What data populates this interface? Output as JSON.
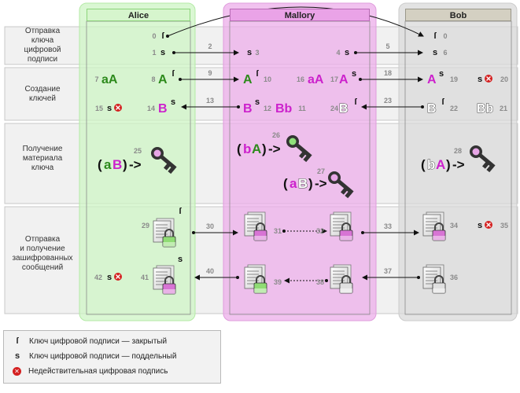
{
  "columns": {
    "alice": "Alice",
    "mallory": "Mallory",
    "bob": "Bob"
  },
  "rows": [
    {
      "key": "signing",
      "label": "Отправка\nключа\nцифровой\nподписи"
    },
    {
      "key": "keygen",
      "label": "Создание\nключей"
    },
    {
      "key": "keymaterial",
      "label": "Получение\nматериала\nключа"
    },
    {
      "key": "messages",
      "label": "Отправка\nи получение\nзашифрованных\nсообщений"
    }
  ],
  "numbers": [
    "0",
    "1",
    "2",
    "3",
    "4",
    "5",
    "6",
    "7",
    "8",
    "9",
    "10",
    "11",
    "12",
    "13",
    "14",
    "15",
    "16",
    "17",
    "18",
    "19",
    "20",
    "21",
    "22",
    "23",
    "24",
    "25",
    "26",
    "27",
    "28",
    "29",
    "30",
    "31",
    "32",
    "33",
    "34",
    "35",
    "36",
    "37",
    "38",
    "39",
    "40",
    "41",
    "42"
  ],
  "symbols": {
    "signature_private": "ſ",
    "signature_fake": "s"
  },
  "keys": {
    "alice_pair": "aA",
    "alice_A": "A",
    "alice_B": "B",
    "mallory_A": "A",
    "mallory_B": "B",
    "mallory_Bb": "Bb",
    "mallory_aA": "aA",
    "mallory_A2": "A",
    "bob_A": "A",
    "bob_B": "B",
    "bob_Bb": "Bb"
  },
  "material": {
    "alice": {
      "lower": "a",
      "upper": "B",
      "arrow": "->"
    },
    "mallory_top": {
      "lower": "b",
      "upper": "A",
      "arrow": "->"
    },
    "mallory_bottom": {
      "lower": "a",
      "upper": "B",
      "arrow": "->"
    },
    "bob": {
      "lower": "b",
      "upper": "A",
      "arrow": "->"
    }
  },
  "legend": [
    {
      "symbol": "ſ",
      "text": "Ключ цифровой подписи — закрытый"
    },
    {
      "symbol": "s",
      "text": "Ключ цифровой подписи — поддельный"
    },
    {
      "symbol": "✕",
      "text": "Недействительная цифровая подпись"
    }
  ],
  "colors": {
    "alice_bg": "#e6f7e0",
    "alice_border": "#9be08a",
    "alice_head": "#d4f4c8",
    "mallory_bg": "#f4c6f2",
    "mallory_border": "#d98bd6",
    "mallory_head": "#eaa8e6",
    "bob_bg": "#e6e6e6",
    "bob_border": "#c9c9c9",
    "bob_head": "#d6d2c4",
    "green_text": "#2d8a1c",
    "magenta_text": "#cc22cc",
    "error_red": "#d42020"
  }
}
